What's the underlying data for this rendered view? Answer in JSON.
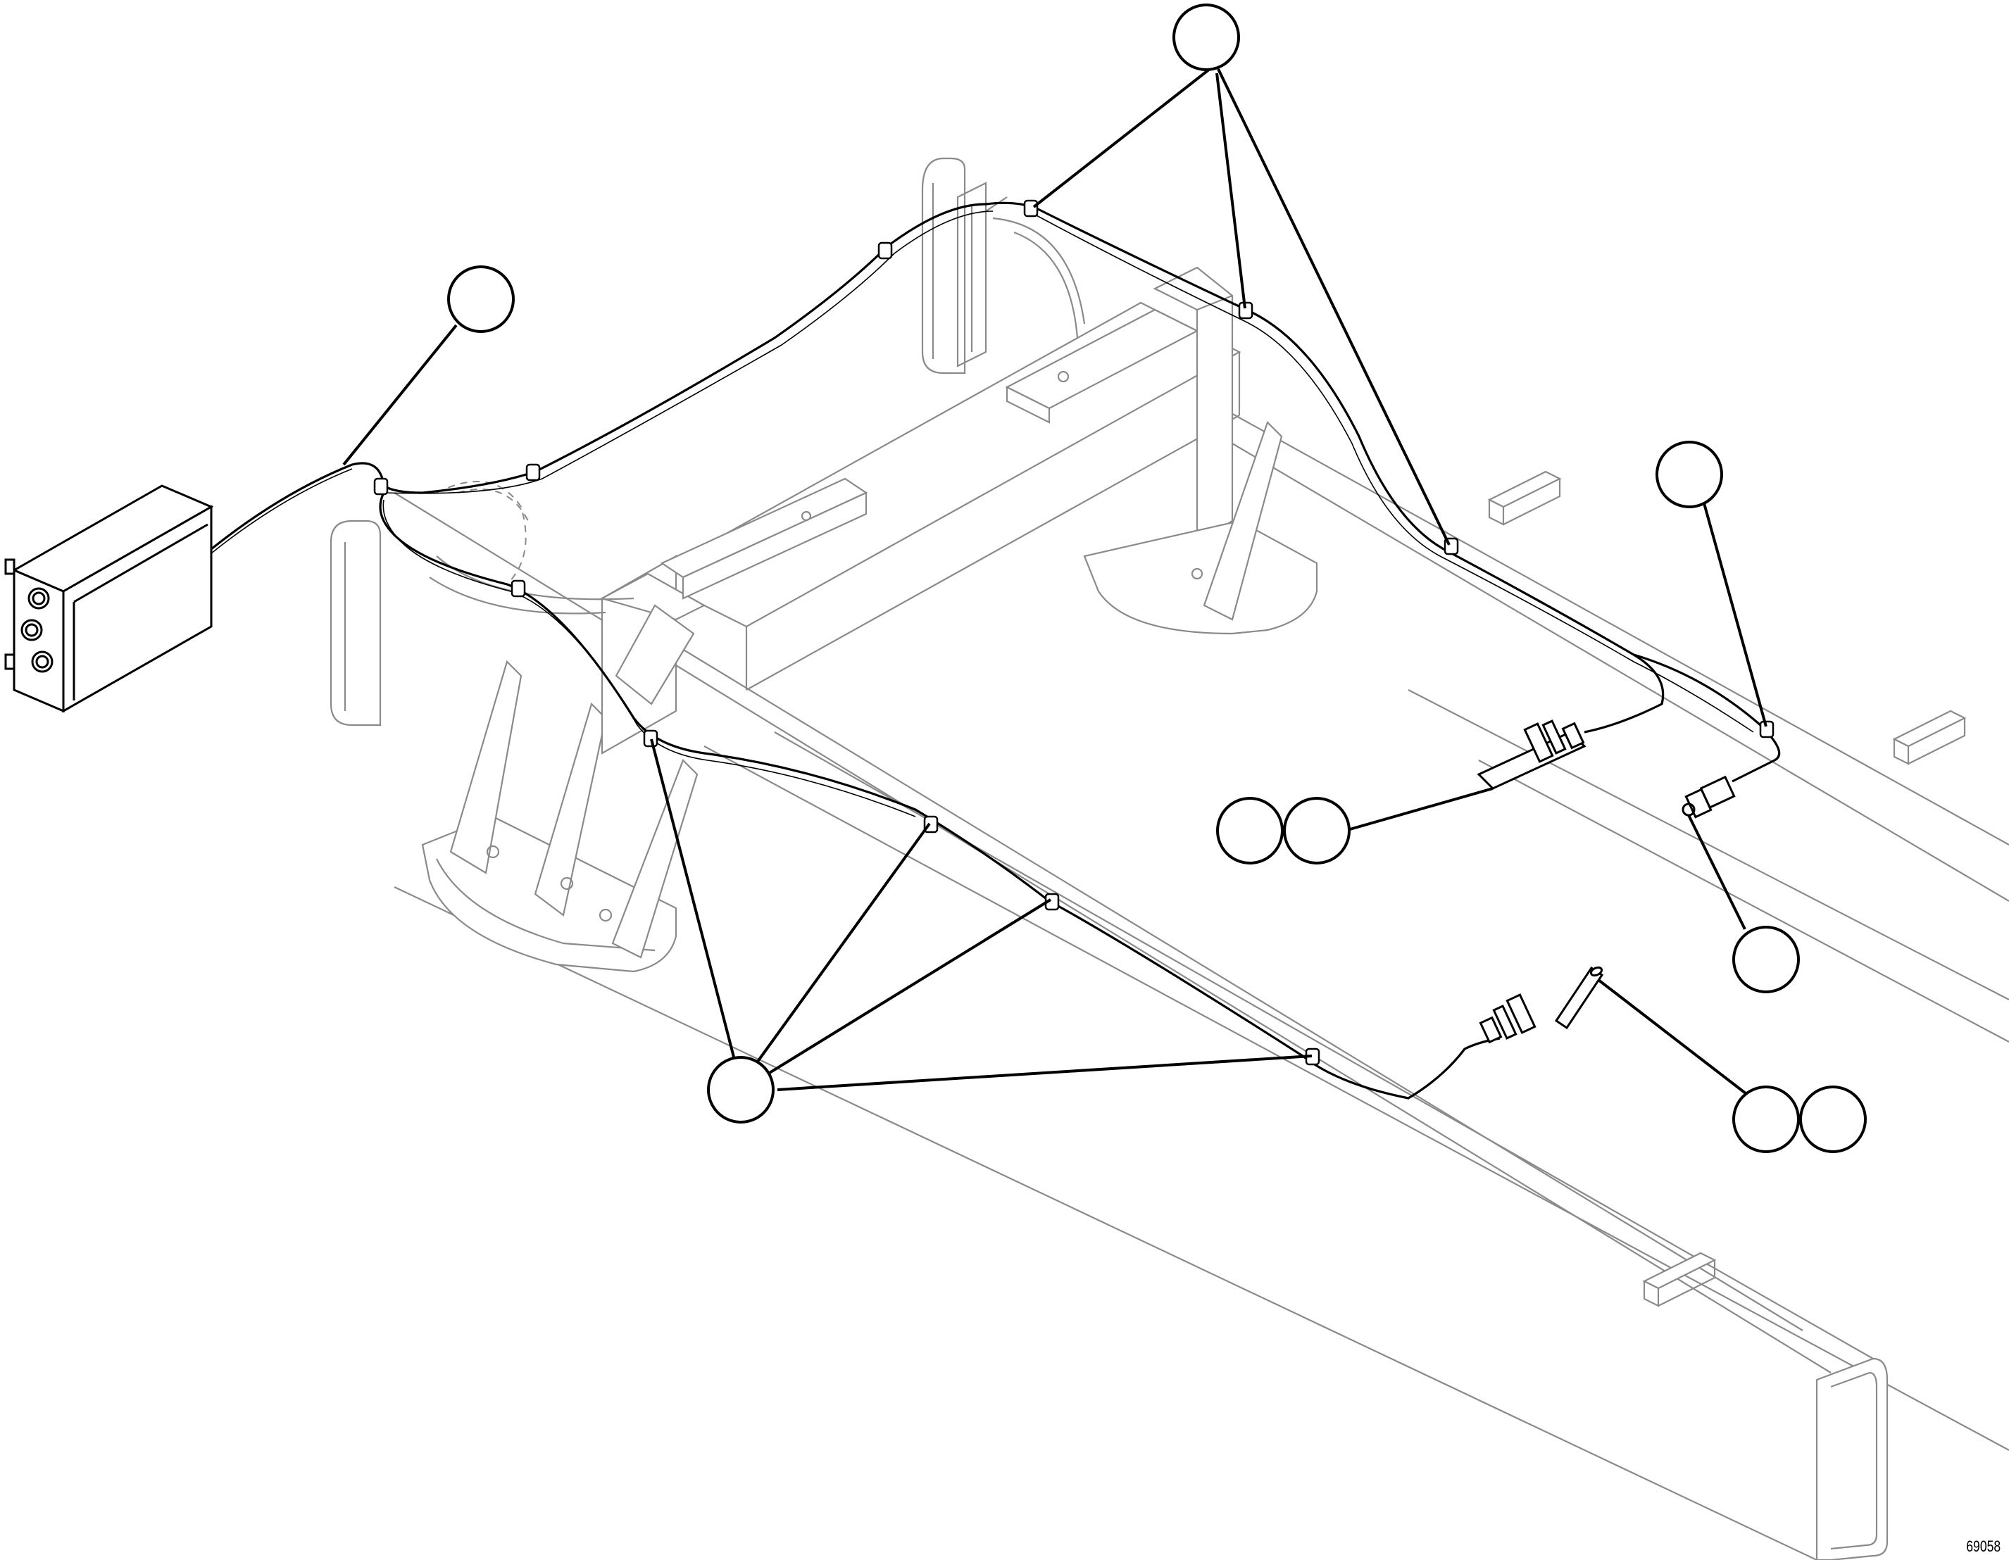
{
  "figure": {
    "drawing_number": "69058",
    "callouts": [
      {
        "id": "callout-top",
        "label": ""
      },
      {
        "id": "callout-left",
        "label": ""
      },
      {
        "id": "callout-right-upper",
        "label": ""
      },
      {
        "id": "callout-center-pair-a",
        "label": ""
      },
      {
        "id": "callout-center-pair-b",
        "label": ""
      },
      {
        "id": "callout-right-lower",
        "label": ""
      },
      {
        "id": "callout-bottom",
        "label": ""
      },
      {
        "id": "callout-bottom-right-pair-a",
        "label": ""
      },
      {
        "id": "callout-bottom-right-pair-b",
        "label": ""
      }
    ]
  }
}
